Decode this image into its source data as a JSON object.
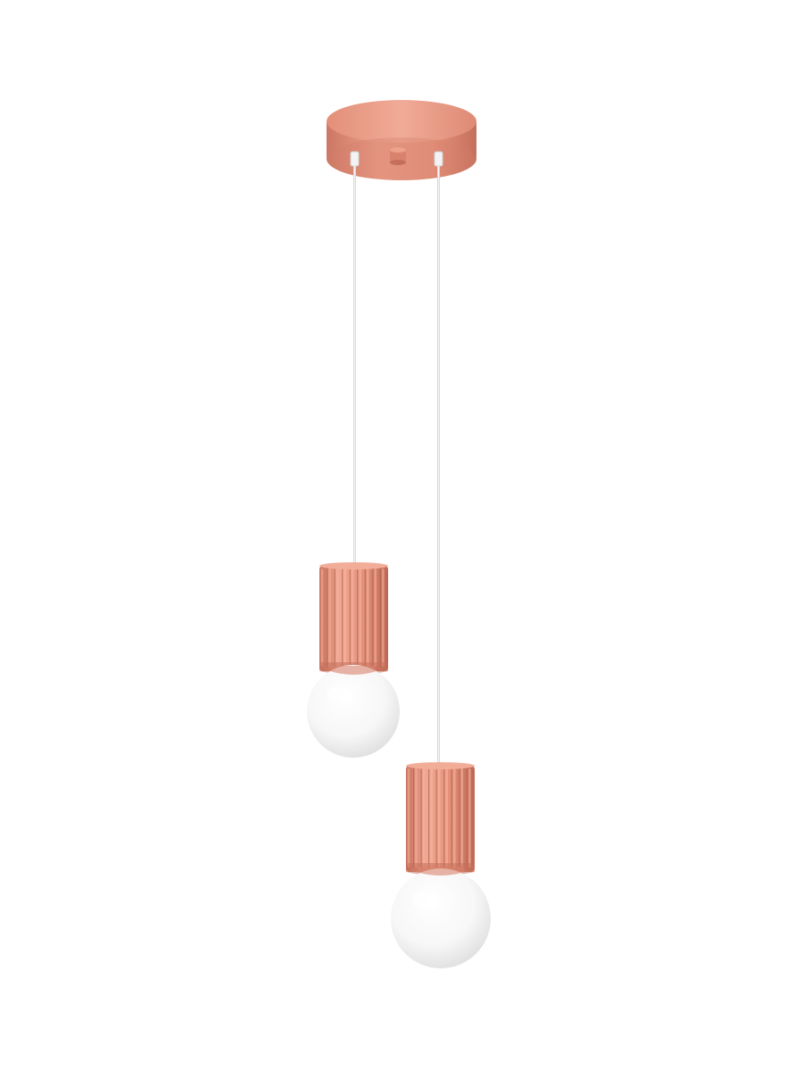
{
  "product": {
    "subject": "pendant-light",
    "colors": {
      "background": "#ffffff",
      "metal": "#e7957f",
      "metal_light": "#f0ab98",
      "metal_dark": "#cc7763",
      "metal_shadow": "#b8634f",
      "cord": "#eeeeee",
      "cord_edge": "#cfcfcf",
      "glass": "#fbfbfb",
      "glass_shade": "#e6e6e6",
      "connector": "#f3f3f3"
    },
    "ceiling_canopy": {
      "name": "round-canopy",
      "knob": true
    },
    "pendants": [
      {
        "name": "pendant-left",
        "flute_count": 9
      },
      {
        "name": "pendant-right",
        "flute_count": 9
      }
    ]
  }
}
